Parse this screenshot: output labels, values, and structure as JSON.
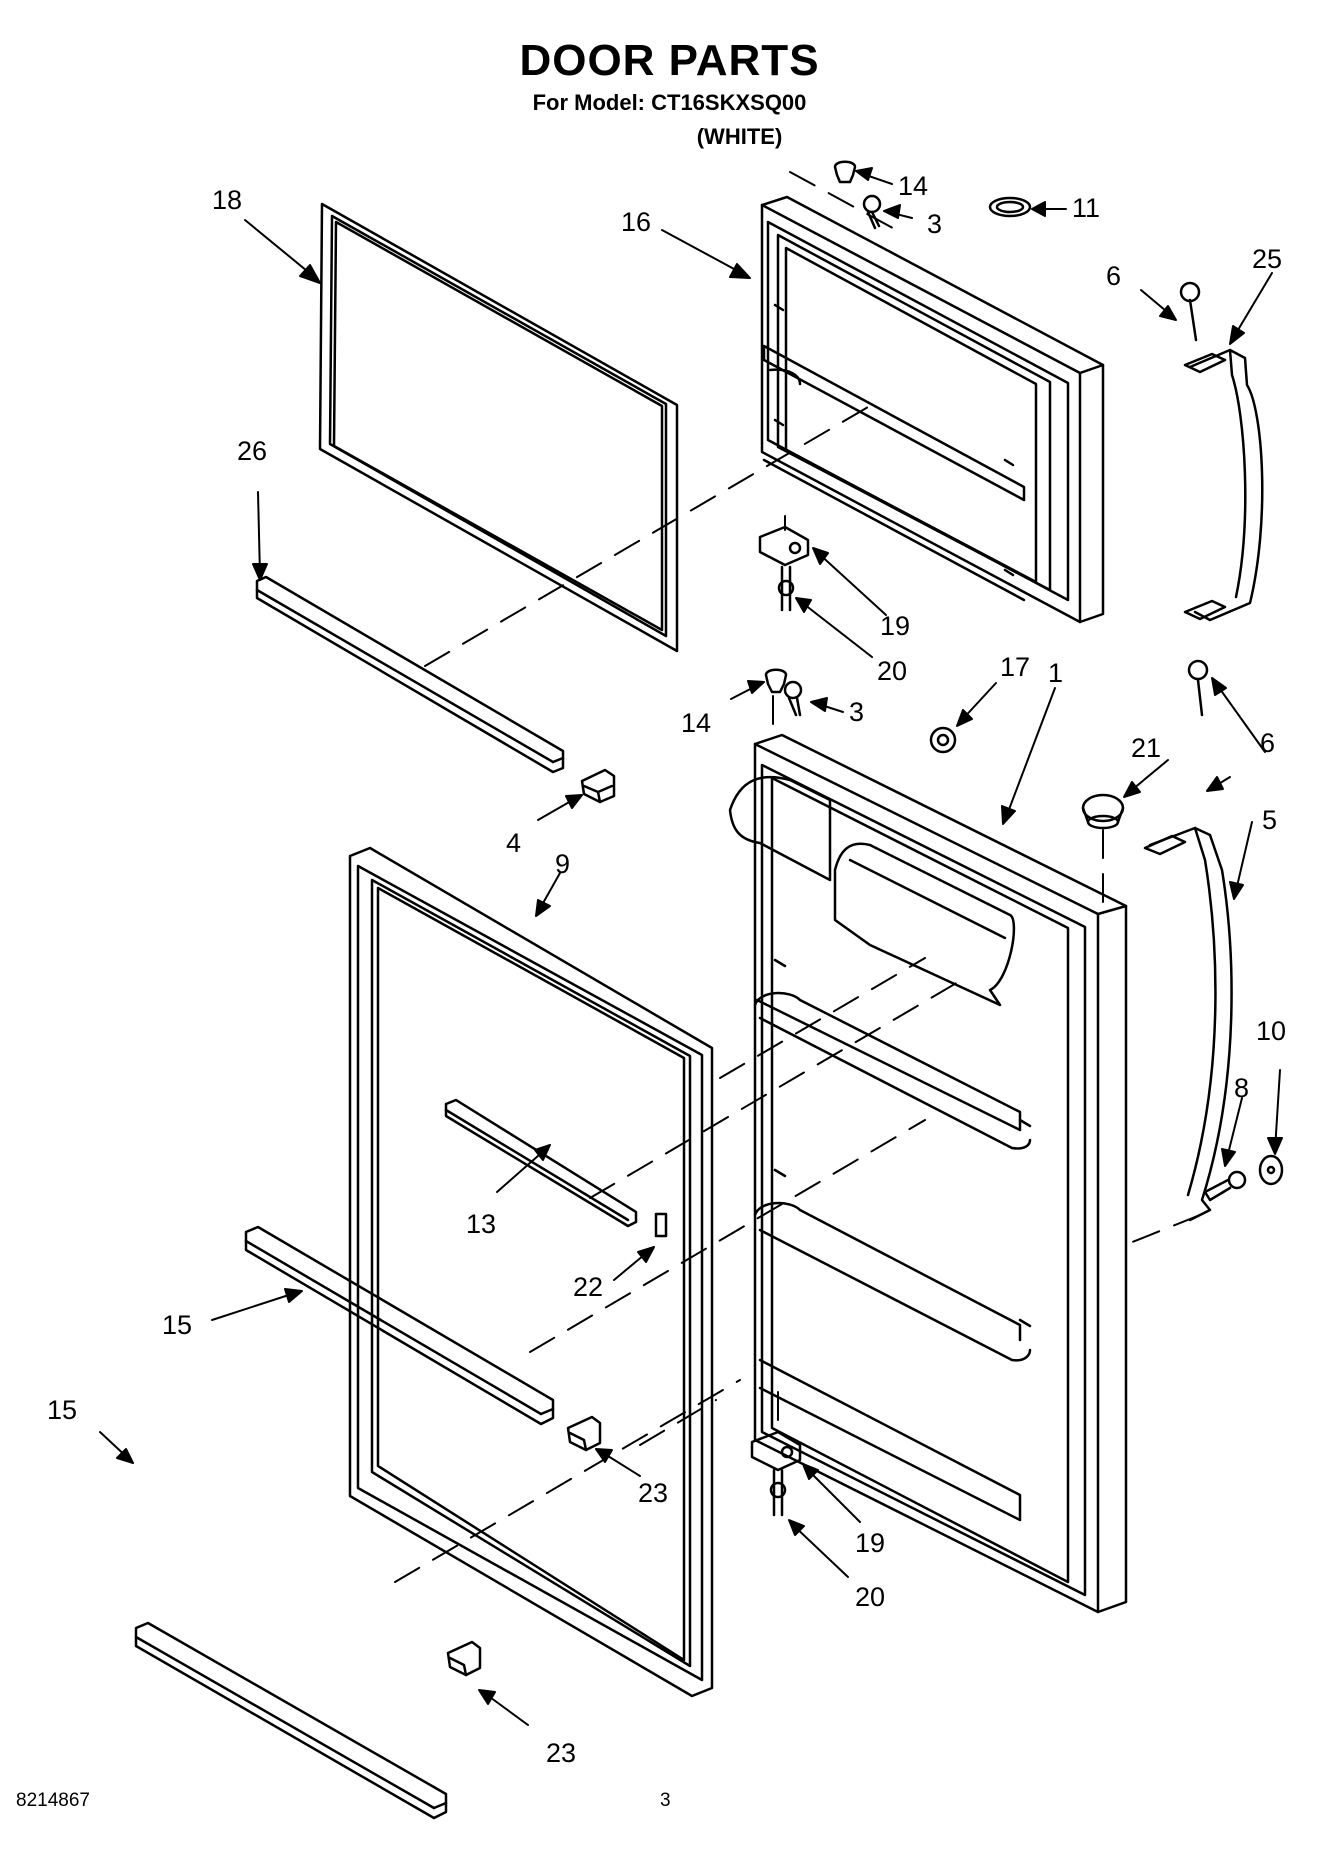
{
  "header": {
    "title": "DOOR PARTS",
    "subtitle": "For Model: CT16SKXSQ00",
    "variant": "(WHITE)"
  },
  "callouts": [
    {
      "id": "18",
      "label": "18"
    },
    {
      "id": "16",
      "label": "16"
    },
    {
      "id": "14a",
      "label": "14"
    },
    {
      "id": "3a",
      "label": "3"
    },
    {
      "id": "11",
      "label": "11"
    },
    {
      "id": "6a",
      "label": "6"
    },
    {
      "id": "25",
      "label": "25"
    },
    {
      "id": "26",
      "label": "26"
    },
    {
      "id": "19a",
      "label": "19"
    },
    {
      "id": "20a",
      "label": "20"
    },
    {
      "id": "17",
      "label": "17"
    },
    {
      "id": "1",
      "label": "1"
    },
    {
      "id": "14b",
      "label": "14"
    },
    {
      "id": "3b",
      "label": "3"
    },
    {
      "id": "6b",
      "label": "6"
    },
    {
      "id": "21",
      "label": "21"
    },
    {
      "id": "4",
      "label": "4"
    },
    {
      "id": "9",
      "label": "9"
    },
    {
      "id": "5",
      "label": "5"
    },
    {
      "id": "10",
      "label": "10"
    },
    {
      "id": "8",
      "label": "8"
    },
    {
      "id": "13",
      "label": "13"
    },
    {
      "id": "22",
      "label": "22"
    },
    {
      "id": "15a",
      "label": "15"
    },
    {
      "id": "15b",
      "label": "15"
    },
    {
      "id": "23a",
      "label": "23"
    },
    {
      "id": "19b",
      "label": "19"
    },
    {
      "id": "20b",
      "label": "20"
    },
    {
      "id": "23b",
      "label": "23"
    }
  ],
  "footer": {
    "doc_number": "8214867",
    "page_number": "3"
  }
}
